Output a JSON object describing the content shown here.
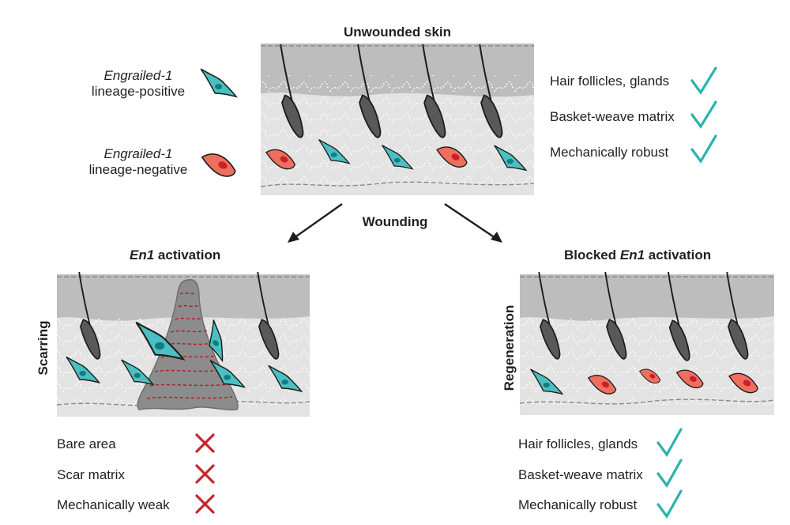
{
  "top": {
    "title": "Unwounded skin",
    "checks": [
      "Hair follicles, glands",
      "Basket-weave matrix",
      "Mechanically robust"
    ]
  },
  "legend": {
    "positive": {
      "gene": "Engrailed-1",
      "label": "lineage-positive"
    },
    "negative": {
      "gene": "Engrailed-1",
      "label": "lineage-negative"
    }
  },
  "wounding": "Wounding",
  "left": {
    "title_gene": "En1",
    "title_rest": " activation",
    "side_label": "Scarring",
    "crosses": [
      "Bare area",
      "Scar matrix",
      "Mechanically weak"
    ]
  },
  "right": {
    "title_prefix": "Blocked ",
    "title_gene": "En1",
    "title_rest": " activation",
    "side_label": "Regeneration",
    "checks": [
      "Hair follicles, glands",
      "Basket-weave matrix",
      "Mechanically robust"
    ]
  },
  "colors": {
    "positive_cell": "#4bbfc1",
    "negative_cell": "#ef6f5f",
    "check": "#2bb3ae",
    "cross": "#c4262e",
    "epidermis": "#bdbdbd",
    "dermis": "#e3e3e3",
    "scar": "#8c8c8c"
  }
}
